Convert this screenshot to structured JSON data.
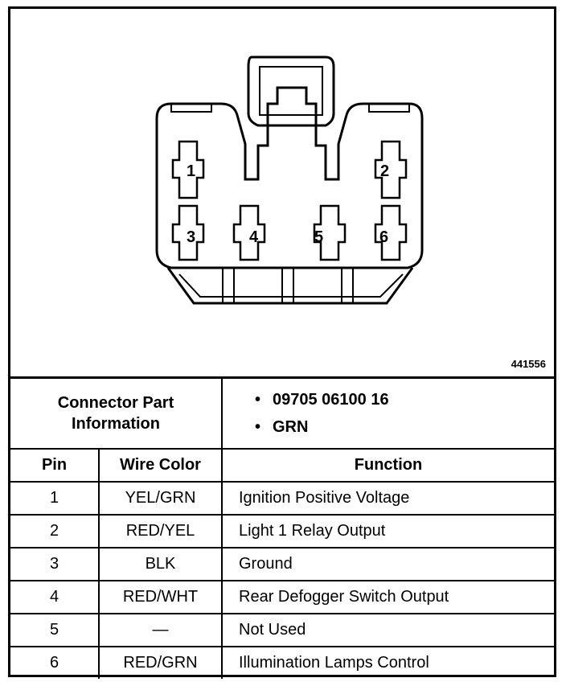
{
  "diagram": {
    "figure_id": "441556",
    "pins": [
      {
        "label": "1"
      },
      {
        "label": "2"
      },
      {
        "label": "3"
      },
      {
        "label": "4"
      },
      {
        "label": "5"
      },
      {
        "label": "6"
      }
    ]
  },
  "connector_info": {
    "label_line1": "Connector Part",
    "label_line2": "Information",
    "values": [
      "09705 06100 16",
      "GRN"
    ]
  },
  "table": {
    "headers": [
      "Pin",
      "Wire Color",
      "Function"
    ],
    "rows": [
      {
        "pin": "1",
        "wire": "YEL/GRN",
        "function": "Ignition Positive Voltage"
      },
      {
        "pin": "2",
        "wire": "RED/YEL",
        "function": "Light 1 Relay Output"
      },
      {
        "pin": "3",
        "wire": "BLK",
        "function": "Ground"
      },
      {
        "pin": "4",
        "wire": "RED/WHT",
        "function": "Rear Defogger Switch Output"
      },
      {
        "pin": "5",
        "wire": "—",
        "function": "Not Used"
      },
      {
        "pin": "6",
        "wire": "RED/GRN",
        "function": "Illumination Lamps Control"
      }
    ]
  }
}
